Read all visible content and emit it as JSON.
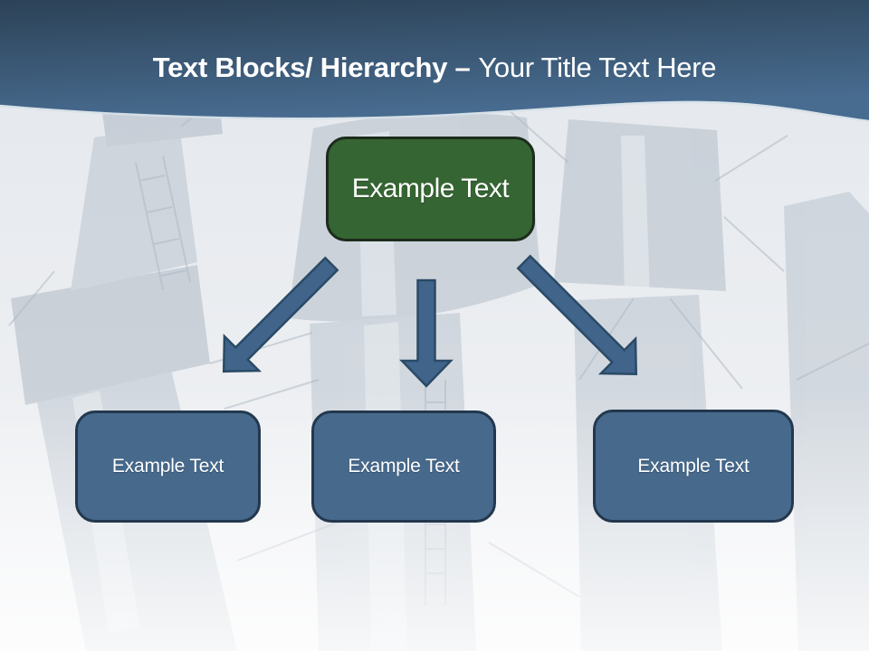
{
  "slide": {
    "title": {
      "bold": "Text Blocks/ Hierarchy –",
      "regular": "Your Title Text Here"
    },
    "diagram": {
      "parent": {
        "label": "Example Text"
      },
      "children": [
        {
          "label": "Example Text"
        },
        {
          "label": "Example Text"
        },
        {
          "label": "Example Text"
        }
      ],
      "arrows": [
        "down-left",
        "down",
        "down-right"
      ]
    },
    "background": {
      "description": "faded industrial refinery towers photo"
    },
    "colors": {
      "header_top": "#2C4257",
      "header_bottom": "#486C90",
      "parent_fill": "#356532",
      "parent_border": "#1C2C1C",
      "child_fill": "#46698C",
      "child_border": "#23384E",
      "arrow_fill": "#40648A",
      "arrow_border": "#2A4A66",
      "canvas_background": "#E9ECF0",
      "title_text": "#FFFFFF",
      "node_text": "#FFFFFF"
    }
  }
}
